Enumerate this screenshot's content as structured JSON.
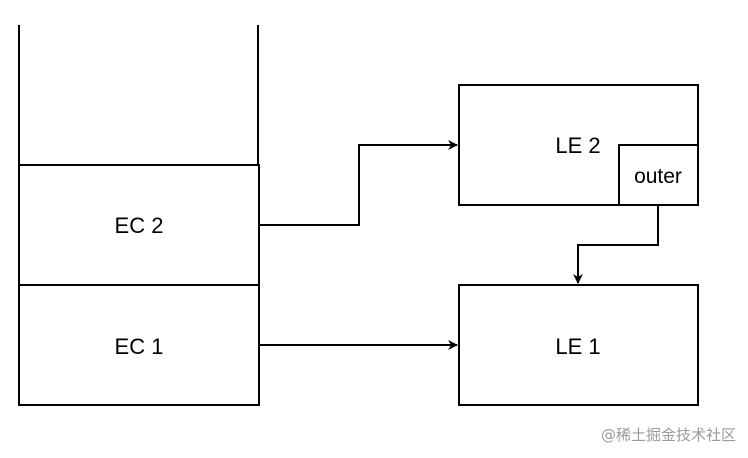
{
  "diagram": {
    "stack": {
      "frames": [
        "EC 2",
        "EC 1"
      ]
    },
    "environments": {
      "le2": {
        "label": "LE 2",
        "outer_label": "outer"
      },
      "le1": {
        "label": "LE 1"
      }
    }
  },
  "watermark": "@稀土掘金技术社区"
}
